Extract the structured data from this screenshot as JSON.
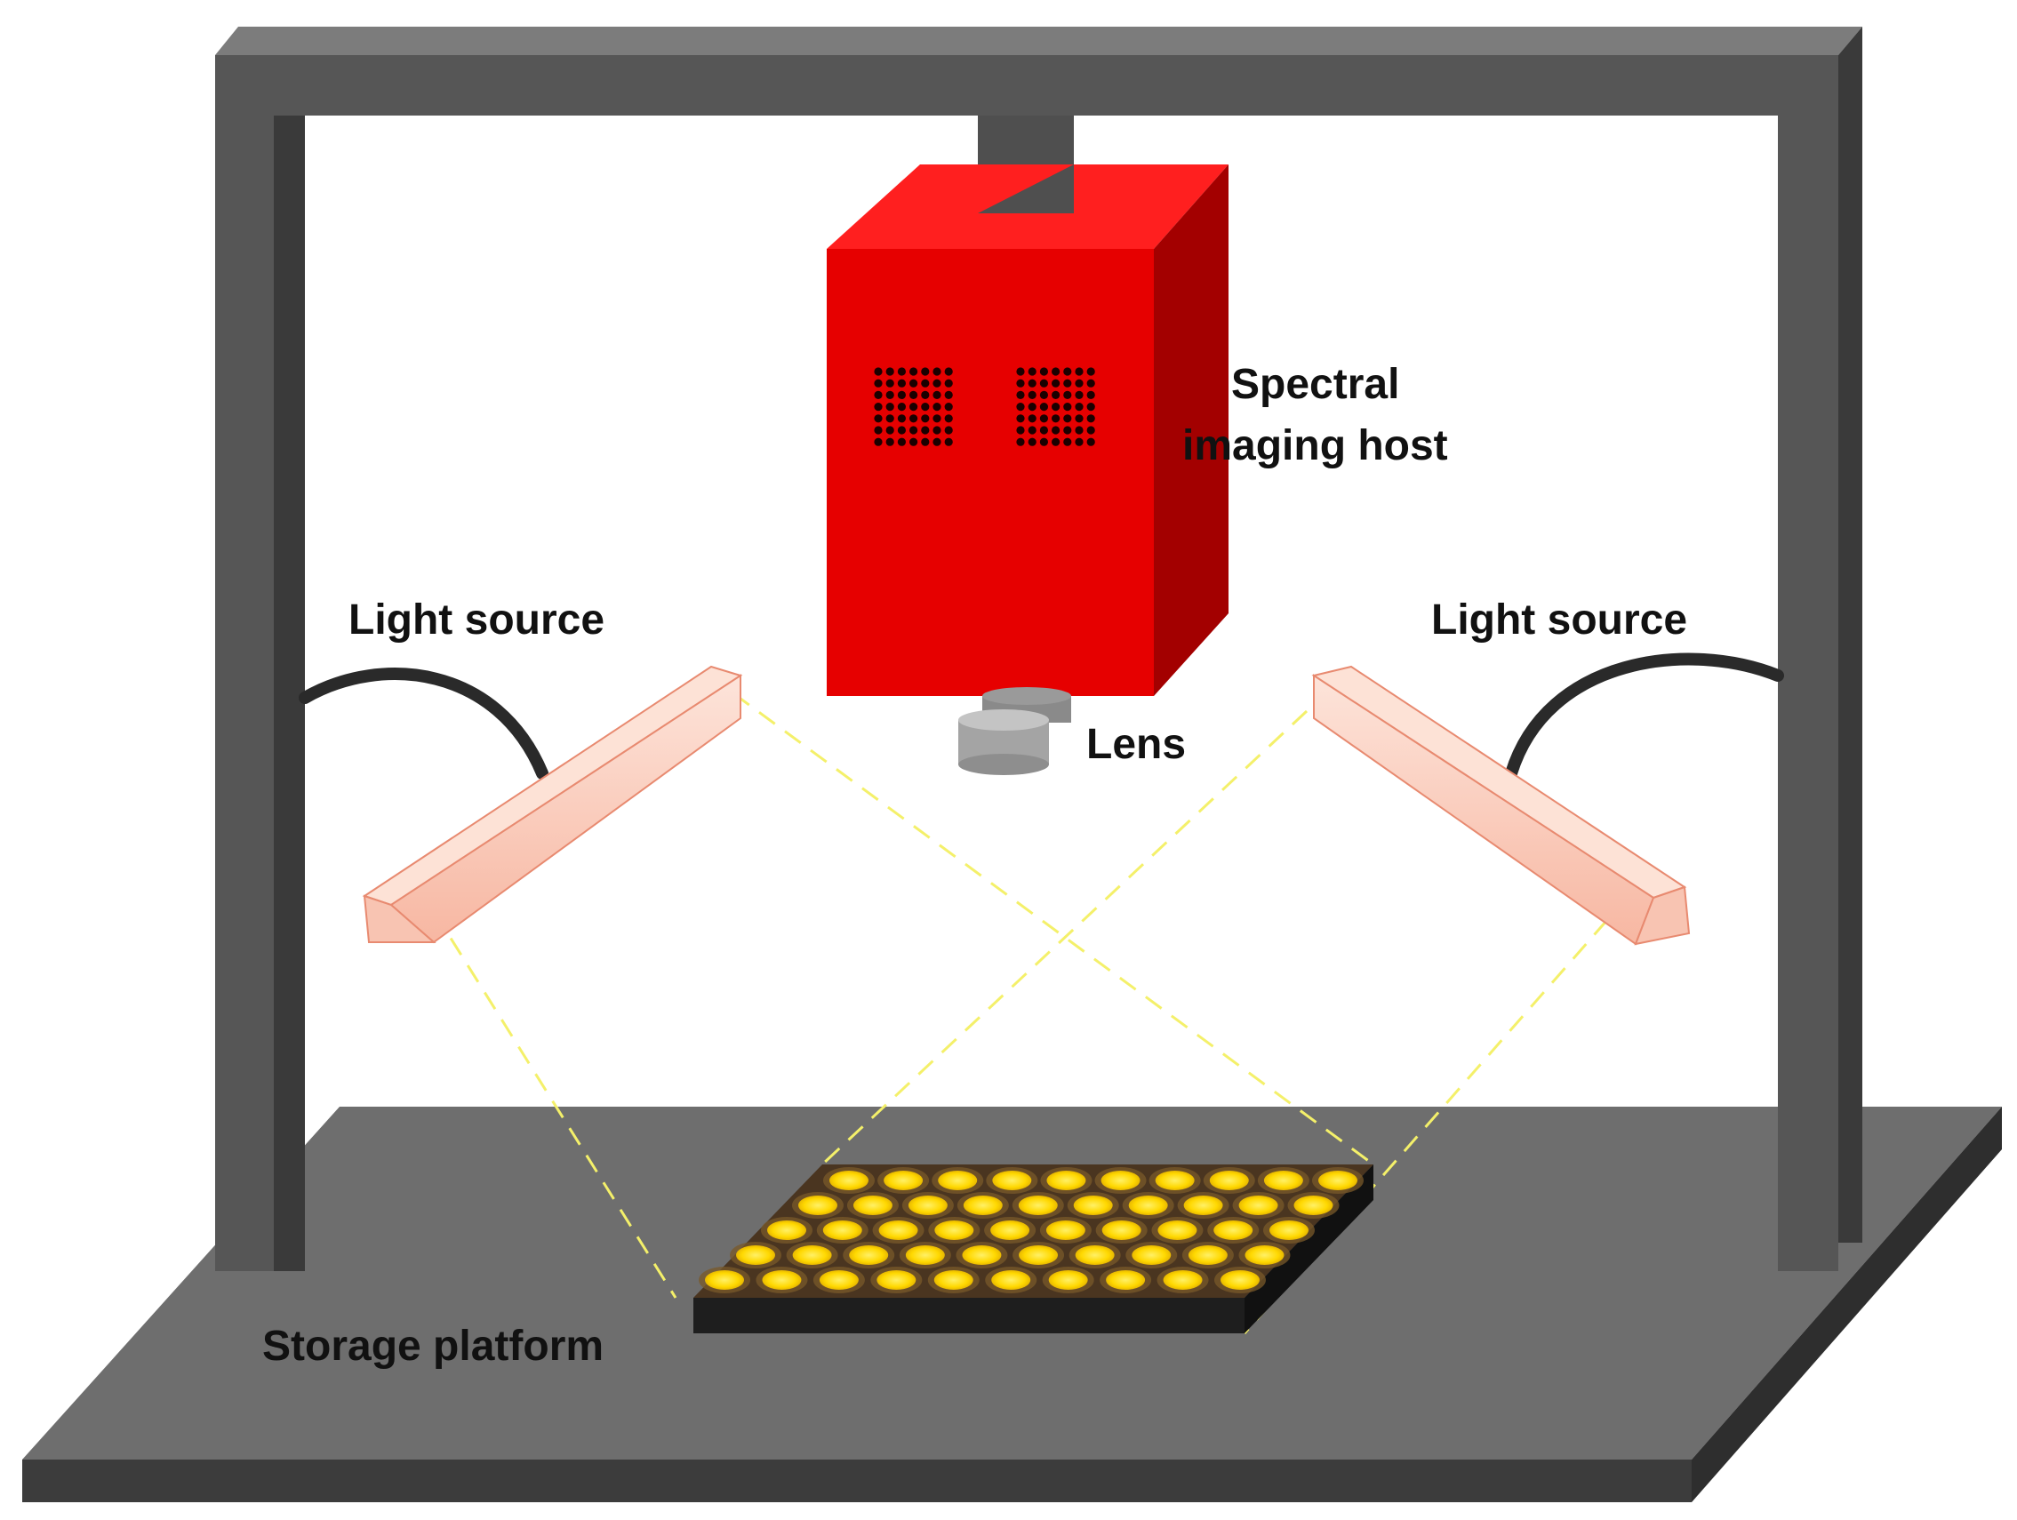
{
  "labels": {
    "spectral_line1": "Spectral",
    "spectral_line2": "imaging host",
    "light_left": "Light source",
    "light_right": "Light source",
    "lens": "Lens",
    "storage": "Storage platform"
  },
  "colors": {
    "frame": "#5a5a5a",
    "frame_top": "#7a7a7a",
    "frame_dark": "#3a3a3a",
    "platform_top": "#6e6e6e",
    "camera_front": "#e60000",
    "camera_top": "#ff2a2a",
    "camera_side": "#a80000",
    "light_bar": "#fbd2c4",
    "beam": "#f4f06a",
    "well": "#ffe400",
    "plate": "#3a2a1a"
  },
  "counts": {
    "plate_rows": 5,
    "plate_cols": 10,
    "vent_rows": 7,
    "vent_cols": 7
  }
}
